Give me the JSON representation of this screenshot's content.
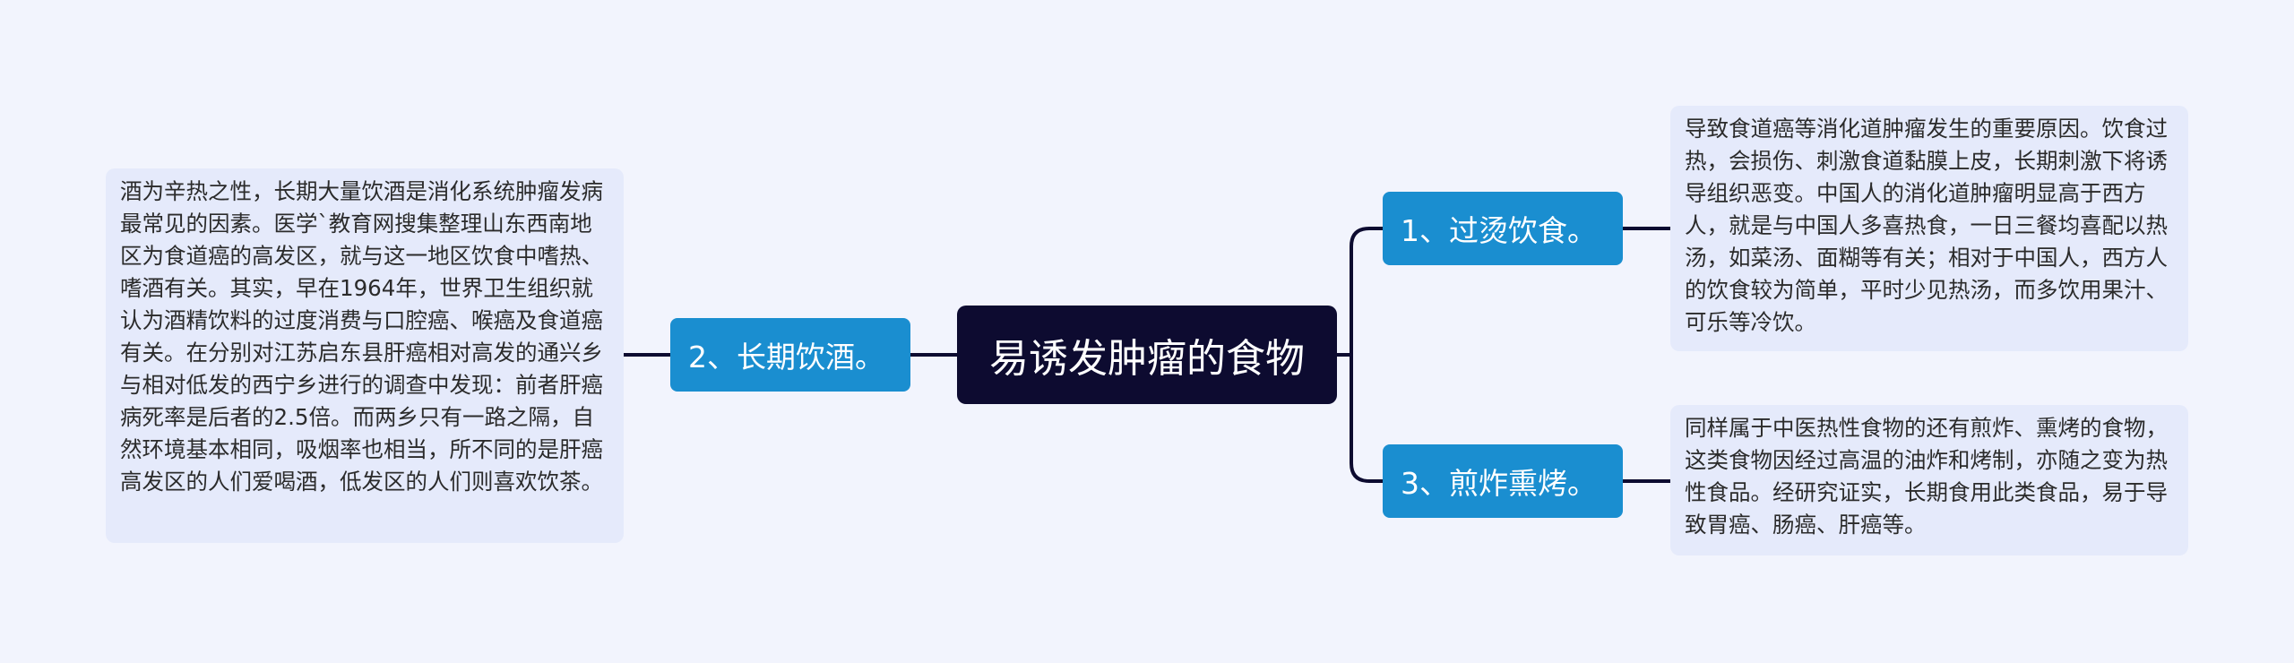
{
  "root": {
    "title": "易诱发肿瘤的食物"
  },
  "branches": [
    {
      "label": "1、过烫饮食。",
      "detail": "导致食道癌等消化道肿瘤发生的重要原因。饮食过热，会损伤、刺激食道黏膜上皮，长期刺激下将诱导组织恶变。中国人的消化道肿瘤明显高于西方人，就是与中国人多喜热食，一日三餐均喜配以热汤，如菜汤、面糊等有关；相对于中国人，西方人的饮食较为简单，平时少见热汤，而多饮用果汁、可乐等冷饮。"
    },
    {
      "label": "2、长期饮酒。",
      "detail": "酒为辛热之性，长期大量饮酒是消化系统肿瘤发病最常见的因素。医学`教育网搜集整理山东西南地区为食道癌的高发区，就与这一地区饮食中嗜热、嗜酒有关。其实，早在1964年，世界卫生组织就认为酒精饮料的过度消费与口腔癌、喉癌及食道癌有关。在分别对江苏启东县肝癌相对高发的通兴乡与相对低发的西宁乡进行的调查中发现：前者肝癌病死率是后者的2.5倍。而两乡只有一路之隔，自然环境基本相同，吸烟率也相当，所不同的是肝癌高发区的人们爱喝酒，低发区的人们则喜欢饮茶。"
    },
    {
      "label": "3、煎炸熏烤。",
      "detail": "同样属于中医热性食物的还有煎炸、熏烤的食物，这类食物因经过高温的油炸和烤制，亦随之变为热性食品。经研究证实，长期食用此类食品，易于导致胃癌、肠癌、肝癌等。"
    }
  ],
  "colors": {
    "background": "#f2f4fd",
    "root_fill": "#0d0b30",
    "branch_fill": "#1a8ed0",
    "leaf_fill": "#e5eafb",
    "connector": "#0d0b30"
  }
}
